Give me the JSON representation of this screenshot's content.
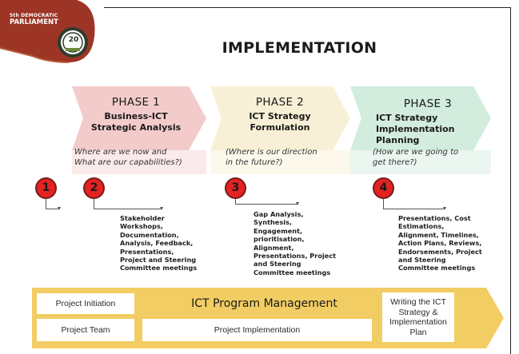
{
  "logo": {
    "top_text": "5th DEMOCRATIC",
    "main_text": "PARLIAMENT",
    "badge_text": "20"
  },
  "title": "IMPLEMENTATION",
  "colors": {
    "phase1": "#f3cbcb",
    "phase2": "#f8f0d6",
    "phase3": "#d2ecde",
    "circle": "#e32222",
    "band_gold": "#f2cd63",
    "logo_maroon": "#9c3525"
  },
  "phases": [
    {
      "label": "PHASE 1",
      "title_lines": [
        "Business-ICT",
        "Strategic Analysis"
      ],
      "question_lines": [
        "Where are we now and",
        "What are our capabilities?)"
      ]
    },
    {
      "label": "PHASE 2",
      "title_lines": [
        "ICT Strategy",
        "Formulation"
      ],
      "question_lines": [
        "(Where is our direction",
        "in the future?)"
      ]
    },
    {
      "label": "PHASE 3",
      "title_lines": [
        "ICT Strategy",
        "Implementation",
        "Planning"
      ],
      "question_lines": [
        "(How are we going to",
        "get there?)"
      ]
    }
  ],
  "steps": [
    "1",
    "2",
    "3",
    "4"
  ],
  "activities": [
    {
      "lines": [
        "Stakeholder",
        "Workshops,",
        "Documentation,",
        "Analysis, Feedback,",
        "Presentations,",
        "Project and Steering",
        "Committee meetings"
      ]
    },
    {
      "lines": [
        "Gap Analysis,",
        "Synthesis,",
        "Engagement,",
        "prioritisation,",
        "Alignment,",
        "Presentations, Project",
        "and Steering",
        "Committee meetings"
      ]
    },
    {
      "lines": [
        "Presentations, Cost",
        "Estimations,",
        "Alignment, Timelines,",
        "Action Plans,  Reviews,",
        "Endorsements, Project",
        "and Steering",
        "Committee meetings"
      ]
    }
  ],
  "program": {
    "title": "ICT Program Management",
    "project_initiation": "Project Initiation",
    "project_team": "Project Team",
    "project_implementation": "Project Implementation",
    "writing_lines": [
      "Writing the ICT",
      "Strategy &",
      "Implementation",
      "Plan"
    ]
  }
}
